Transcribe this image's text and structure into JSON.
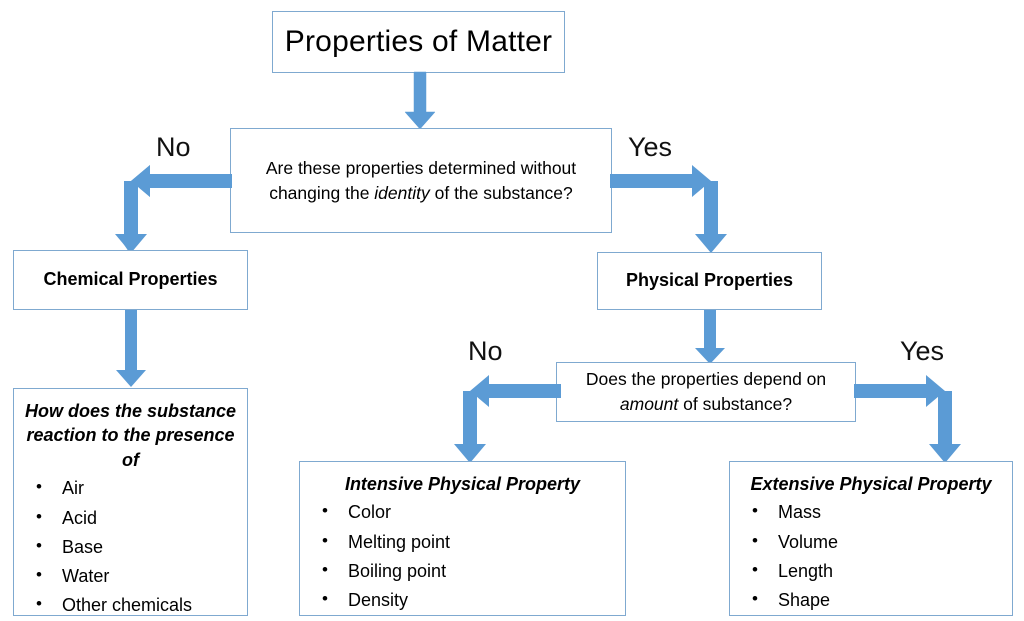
{
  "diagram": {
    "title": "Properties of Matter",
    "colors": {
      "arrow_fill": "#5B9BD5",
      "arrow_edge": "#41719C",
      "box_border": "#7FA9D0",
      "background": "#FFFFFF",
      "text": "#000000"
    },
    "root": {
      "label": "Properties of Matter"
    },
    "decision_1": {
      "text_before": "Are these properties determined without changing the ",
      "emphasis": "identity",
      "text_after": " of the substance?",
      "full_text": "Are these properties determined without changing the identity of the substance?",
      "branch_no": "No",
      "branch_yes": "Yes"
    },
    "chemical": {
      "label": "Chemical Properties"
    },
    "physical": {
      "label": "Physical Properties"
    },
    "decision_2": {
      "text_before": "Does the properties depend on ",
      "emphasis": "amount",
      "text_after": " of substance?",
      "full_text": "Does the properties depend on amount of substance?",
      "branch_no": "No",
      "branch_yes": "Yes"
    },
    "chemical_detail": {
      "heading": "How does the substance reaction to the presence of",
      "items": [
        "Air",
        "Acid",
        "Base",
        "Water",
        "Other chemicals"
      ]
    },
    "intensive": {
      "heading": "Intensive Physical Property",
      "items": [
        "Color",
        "Melting point",
        "Boiling point",
        "Density"
      ]
    },
    "extensive": {
      "heading": "Extensive Physical Property",
      "items": [
        "Mass",
        "Volume",
        "Length",
        "Shape"
      ]
    },
    "arrows": {
      "root_to_decision1": "down-arrow",
      "decision1_no": "elbow-left-down-arrow",
      "decision1_yes": "elbow-right-down-arrow",
      "chemical_to_detail": "down-arrow",
      "physical_to_decision2": "down-arrow",
      "decision2_no": "elbow-left-down-arrow",
      "decision2_yes": "elbow-right-down-arrow"
    }
  }
}
